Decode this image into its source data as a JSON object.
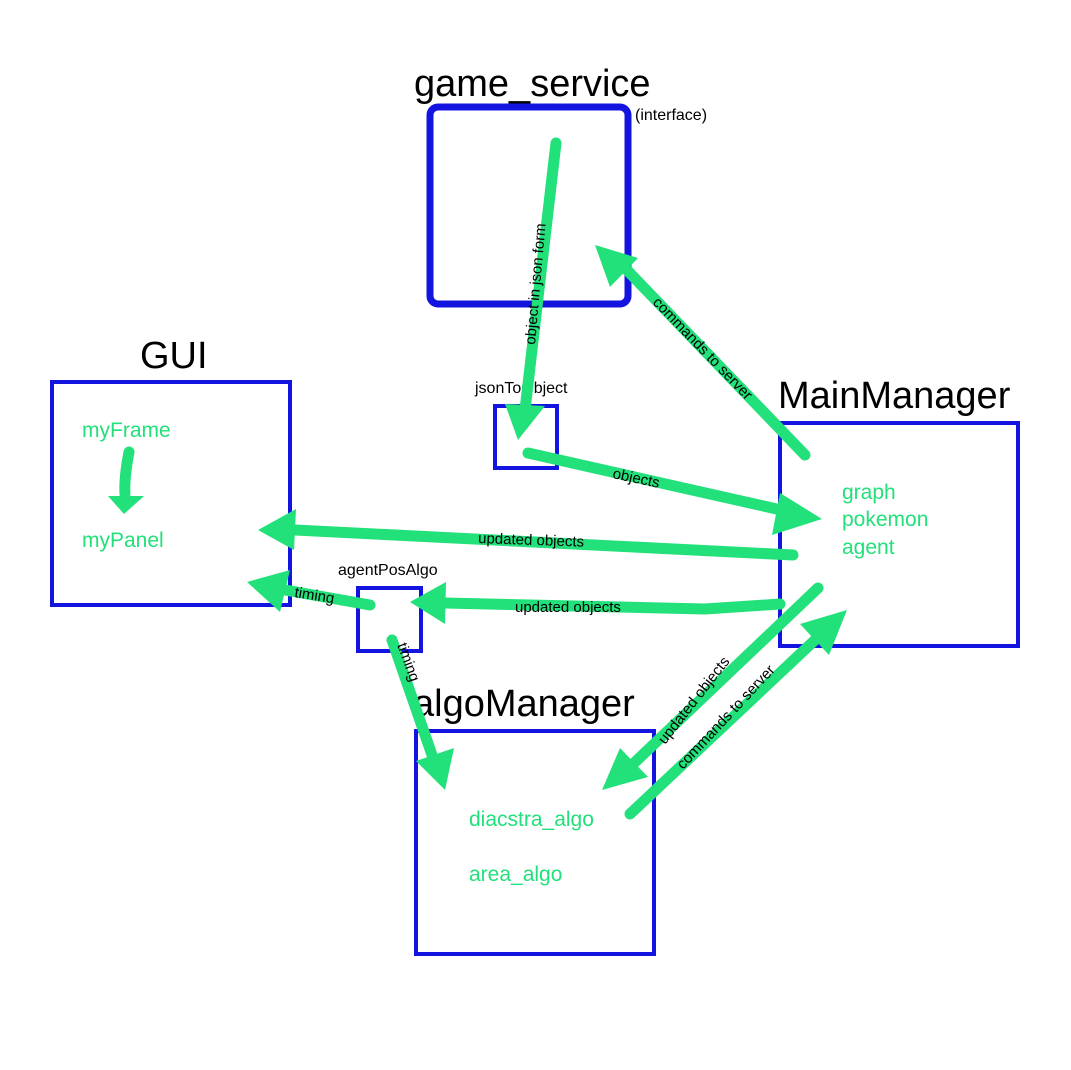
{
  "colors": {
    "box": "#1414e0",
    "arrow": "#22e07a",
    "text": "#000000"
  },
  "nodes": {
    "game_service": {
      "title": "game_service",
      "note": "(interface)"
    },
    "gui": {
      "title": "GUI",
      "members": [
        "myFrame",
        "myPanel"
      ]
    },
    "json_to_object": {
      "title": "jsonToObject"
    },
    "main_manager": {
      "title": "MainManager",
      "members": [
        "graph",
        "pokemon",
        "agent"
      ]
    },
    "agent_pos_algo": {
      "title": "agentPosAlgo"
    },
    "algo_manager": {
      "title": "algoManager",
      "members": [
        "diacstra_algo",
        "area_algo"
      ]
    }
  },
  "edges": {
    "service_to_json": "object in json form",
    "main_to_service": "commands to server",
    "json_to_main": "objects",
    "main_to_gui": "updated objects",
    "main_to_agentpos": "updated objects",
    "agentpos_to_gui": "timing",
    "agentpos_to_algo": "timing",
    "main_to_algo": "updated objects",
    "algo_to_main": "commands to server"
  }
}
